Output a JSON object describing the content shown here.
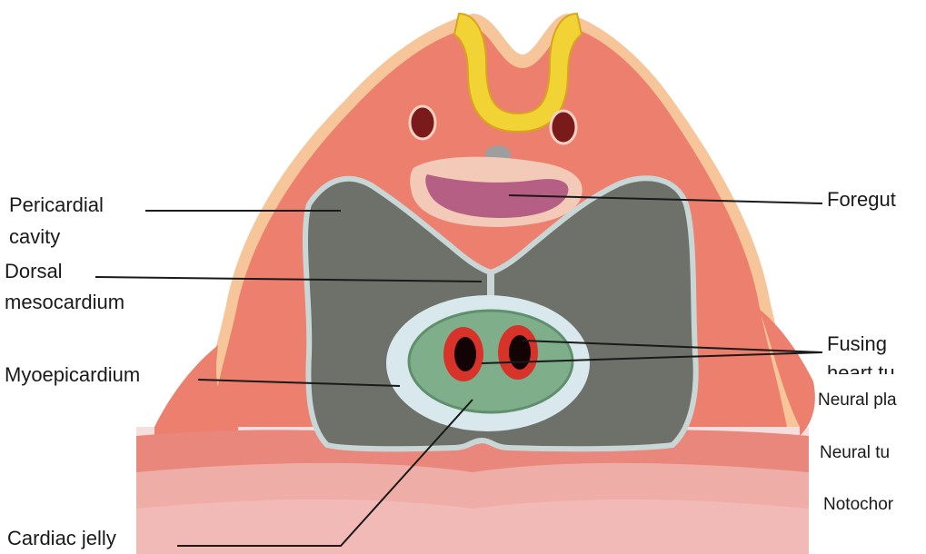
{
  "labels": {
    "pericardial_cavity_1": "Pericardial",
    "pericardial_cavity_2": "cavity",
    "dorsal_mesocardium_1": "Dorsal",
    "dorsal_mesocardium_2": "mesocardium",
    "myoepicardium": "Myoepicardium",
    "cardiac_jelly": "Cardiac jelly",
    "foregut": "Foregut",
    "fusing_1": "Fusing",
    "fusing_2": "heart tu",
    "neural_plate": "Neural pla",
    "neural_tube": "Neural tu",
    "notochord": "Notochor"
  },
  "colors": {
    "body_wall": "#ec7f6e",
    "body_wall_dark": "#d9584a",
    "ectoderm_edge": "#f6c59a",
    "neural_yellow": "#f2d335",
    "cavity_grey": "#6d7169",
    "cavity_rim": "#c9d6d6",
    "foregut_lumen": "#b65f84",
    "cardiac_jelly_green": "#7fae8a",
    "heart_tube_red": "#d8332a",
    "leader_line": "#1a1a1a"
  }
}
